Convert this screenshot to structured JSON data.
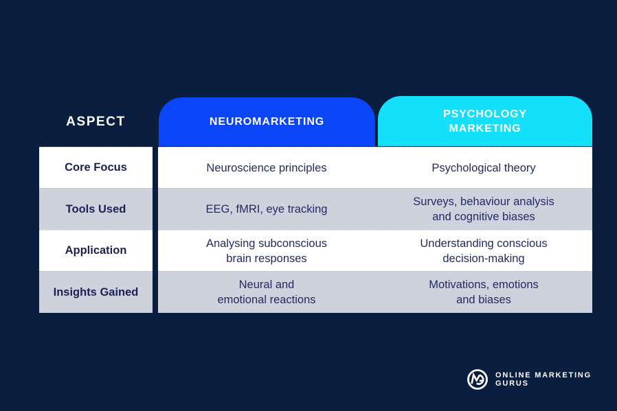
{
  "table": {
    "aspect_header": "ASPECT",
    "columns": [
      {
        "label": "NEUROMARKETING",
        "header_color": "#0B45F8"
      },
      {
        "label": "PSYCHOLOGY\nMARKETING",
        "header_color": "#14E0FB"
      }
    ],
    "rows": [
      {
        "aspect": "Core Focus",
        "neuromarketing": "Neuroscience principles",
        "psychology": "Psychological theory"
      },
      {
        "aspect": "Tools Used",
        "neuromarketing": "EEG, fMRI, eye tracking",
        "psychology": "Surveys, behaviour analysis\nand cognitive biases"
      },
      {
        "aspect": "Application",
        "neuromarketing": "Analysing subconscious\nbrain responses",
        "psychology": "Understanding conscious\ndecision-making"
      },
      {
        "aspect": "Insights Gained",
        "neuromarketing": "Neural and\nemotional reactions",
        "psychology": "Motivations, emotions\nand biases"
      }
    ]
  },
  "footer": {
    "logo_text": "ONLINE MARKETING GURUS",
    "logo_icon": "omg-monogram-circle-icon"
  },
  "colors": {
    "background": "#0A1E3F",
    "neuromarketing_header": "#0B45F8",
    "psychology_header": "#14E0FB",
    "row_white": "#FFFFFF",
    "row_gray": "#CDD2DC",
    "label_text": "#1B2153",
    "cell_text": "#232A63",
    "header_text": "#FFFFFF"
  }
}
